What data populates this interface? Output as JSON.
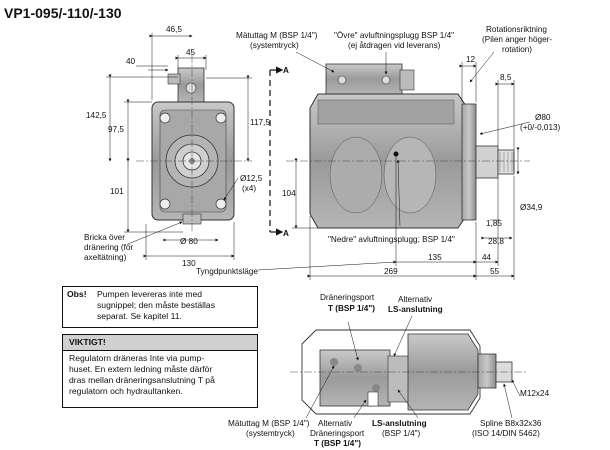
{
  "title": "VP1-095/-110/-130",
  "dims_front": {
    "d465": "46,5",
    "d40": "40",
    "d45": "45",
    "d1425": "142,5",
    "d975": "97,5",
    "d1175": "117,5",
    "d101": "101",
    "d125": "Ø12,5",
    "d125x": "(x4)",
    "d80": "Ø 80",
    "d130": "130"
  },
  "dims_side": {
    "d12": "12",
    "d85": "8,5",
    "d80": "Ø80",
    "d80tol": "(+0/-0,013)",
    "d104": "104",
    "d185": "1,85",
    "d349": "Ø34,9",
    "d288": "28,8",
    "d135": "135",
    "d44": "44",
    "d269": "269",
    "d55": "55",
    "sectionA1": "A",
    "sectionA2": "A"
  },
  "labels": {
    "matuttag_top_1": "Mätuttag M (BSP 1/4\")",
    "matuttag_top_2": "(systemtryck)",
    "ovre_1": "\"Övre\" avluftningsplugg BSP 1/4\"",
    "ovre_2": "(ej åtdragen vid leverans)",
    "rot_1": "Rotationsriktning",
    "rot_2": "(Pilen anger höger-",
    "rot_3": "rotation)",
    "bricka_1": "Bricka över",
    "bricka_2": "dränering (för",
    "bricka_3": "axeltätning)",
    "nedre": "\"Nedre\" avluftningsplugg; BSP 1/4\"",
    "tyngd": "Tyngdpunktsläge",
    "dran_1": "Dräneringsport",
    "dran_2": "T (BSP 1/4\")",
    "alt_ls_1": "Alternativ",
    "alt_ls_2": "LS-anslutning",
    "m12": "M12x24",
    "matuttag_bot_1": "Mätuttag M (BSP 1/4\")",
    "matuttag_bot_2": "(systemtryck)",
    "alt_dran_1": "Alternativ",
    "alt_dran_2": "Dräneringsport",
    "alt_dran_3": "T (BSP 1/4\")",
    "ls_1": "LS-anslutning",
    "ls_2": "(BSP 1/4\")",
    "spline_1": "Spline B8x32x36",
    "spline_2": "(ISO 14/DIN 5462)"
  },
  "obs": {
    "label": "Obs!",
    "line1": "Pumpen levereras inte med",
    "line2": "sugnippel; den måste beställas",
    "line3": "separat. Se kapitel 11."
  },
  "viktigt": {
    "heading": "VIKTIGT!",
    "line1": "Regulatorn dräneras Inte via pump-",
    "line2": "huset. En extern ledning måste därför",
    "line3": "dras mellan dräneringsanslutning T på",
    "line4": "regulatorn och hydraultanken."
  }
}
